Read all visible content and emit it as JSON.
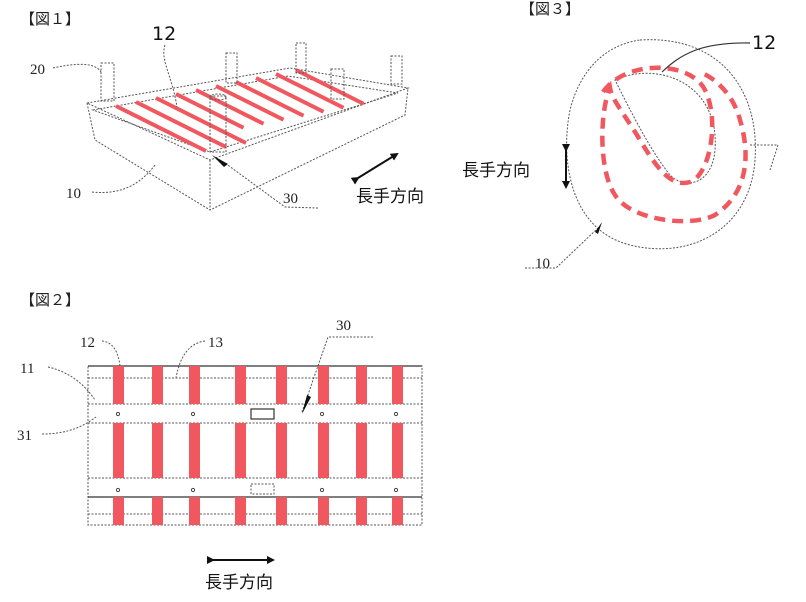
{
  "figure1": {
    "title": "【図１】",
    "labels": {
      "stripes": "12",
      "post": "20",
      "mold": "10",
      "member": "30"
    },
    "direction_label": "長手方向"
  },
  "figure2": {
    "title": "【図２】",
    "labels": {
      "stripes": "12",
      "gap": "13",
      "frame": "11",
      "band": "31",
      "member": "30"
    },
    "direction_label": "長手方向"
  },
  "figure3": {
    "title": "【図３】",
    "labels": {
      "loop": "12",
      "outer": "10"
    },
    "direction_label": "長手方向"
  },
  "colors": {
    "accent": "#f0575f",
    "line": "#333333"
  }
}
